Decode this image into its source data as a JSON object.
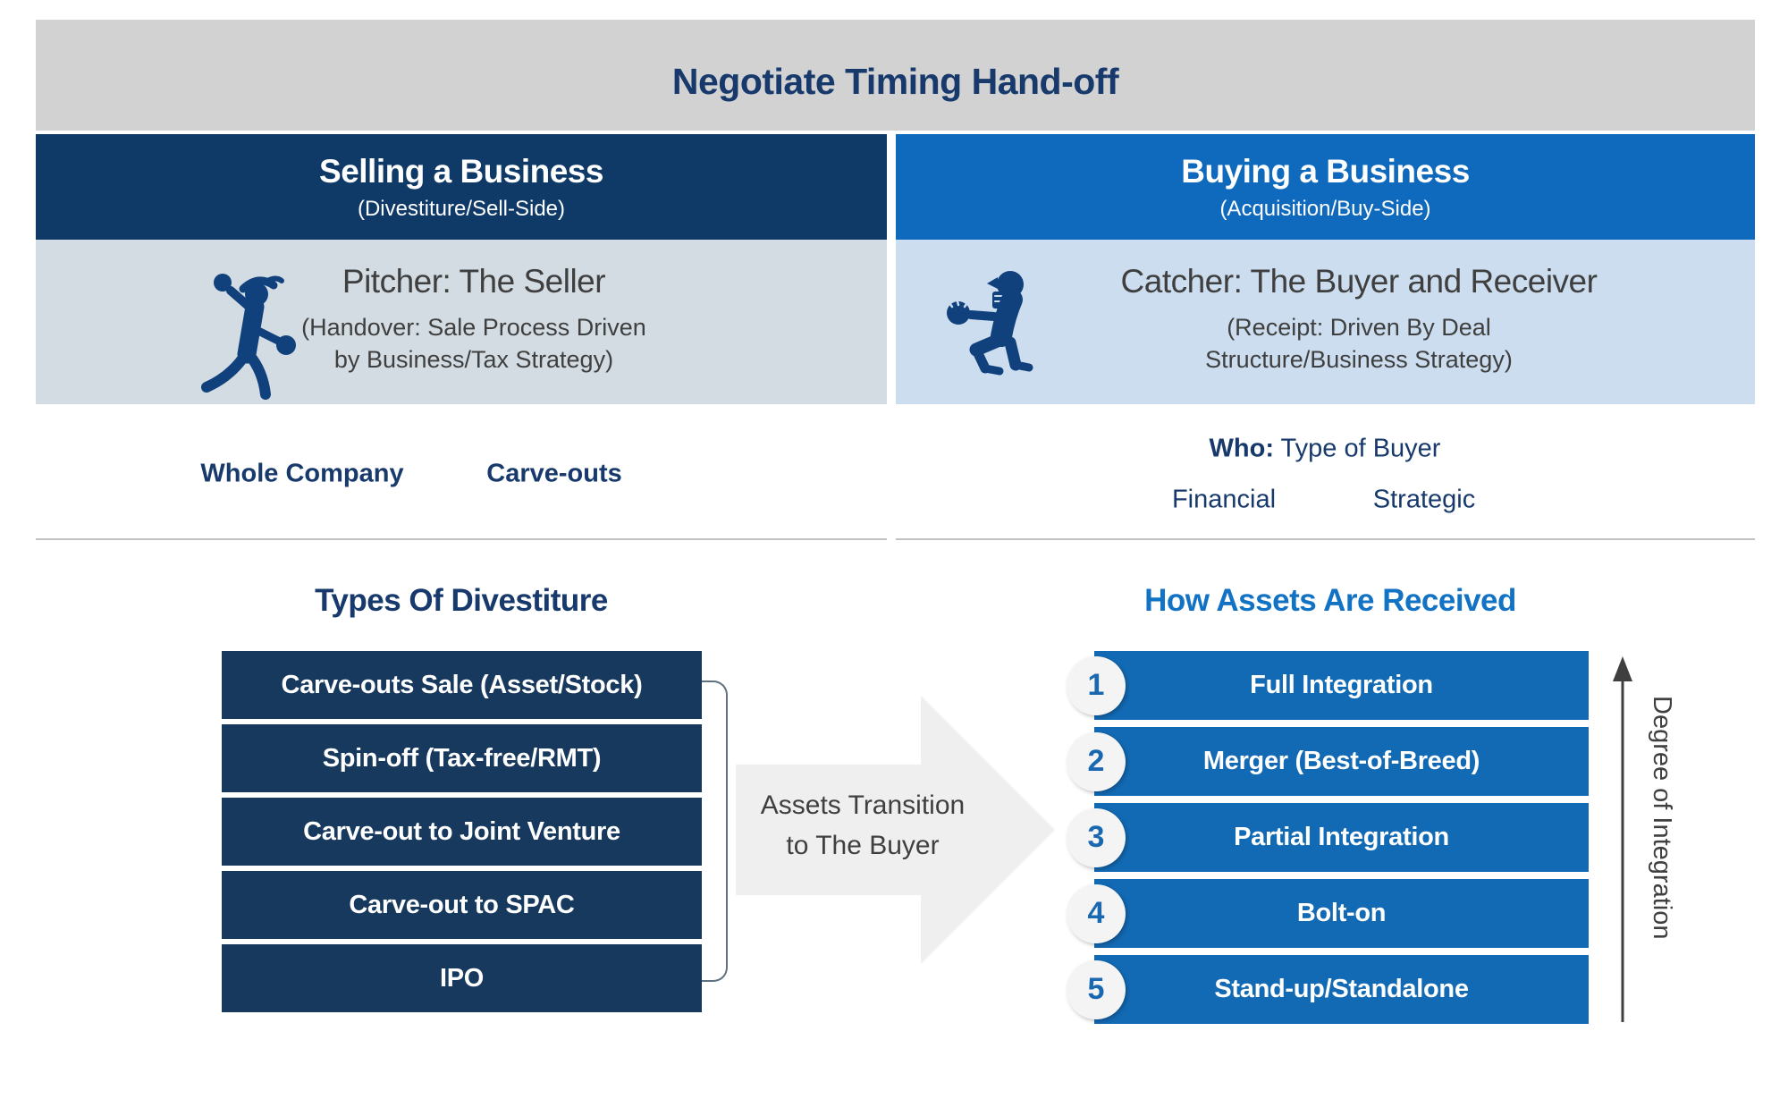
{
  "page_title": "Negotiate Timing Hand-off",
  "selling": {
    "header_title": "Selling a Business",
    "header_subtitle": "(Divestiture/Sell-Side)",
    "role_icon": "pitcher-icon",
    "role_title": "Pitcher: The Seller",
    "role_subtitle_line1": "(Handover: Sale Process Driven",
    "role_subtitle_line2": "by Business/Tax Strategy)",
    "scope_options": [
      "Whole Company",
      "Carve-outs"
    ],
    "list_title": "Types Of Divestiture",
    "list_items": [
      "Carve-outs Sale (Asset/Stock)",
      "Spin-off (Tax-free/RMT)",
      "Carve-out to Joint Venture",
      "Carve-out to SPAC",
      "IPO"
    ]
  },
  "buying": {
    "header_title": "Buying a Business",
    "header_subtitle": "(Acquisition/Buy-Side)",
    "role_icon": "catcher-icon",
    "role_title": "Catcher: The Buyer and Receiver",
    "role_subtitle_line1": "(Receipt: Driven By Deal",
    "role_subtitle_line2": "Structure/Business Strategy)",
    "who_label": "Who:",
    "who_text": " Type of Buyer",
    "buyer_types": [
      "Financial",
      "Strategic"
    ],
    "list_title": "How Assets Are Received",
    "list_items": [
      {
        "number": "1",
        "label": "Full Integration"
      },
      {
        "number": "2",
        "label": "Merger (Best-of-Breed)"
      },
      {
        "number": "3",
        "label": "Partial Integration"
      },
      {
        "number": "4",
        "label": "Bolt-on"
      },
      {
        "number": "5",
        "label": "Stand-up/Standalone"
      }
    ],
    "axis_label": "Degree of Integration"
  },
  "transition": {
    "line1": "Assets Transition",
    "line2": "to The Buyer"
  },
  "colors": {
    "navy_header": "#0F3A68",
    "navy_bar": "#18395E",
    "blue_header": "#0F69BD",
    "blue_bar": "#136AB4",
    "sell_band": "#D3DCE3",
    "buy_band": "#CBDDEE",
    "title_band": "#D2D2D2",
    "navy_text": "#17396B",
    "blue_title_text": "#1272C3",
    "dark_gray_text": "#3F3F3F",
    "arrow_gray": "#EFEFEF",
    "circle_fill": "#F4F4F4"
  }
}
